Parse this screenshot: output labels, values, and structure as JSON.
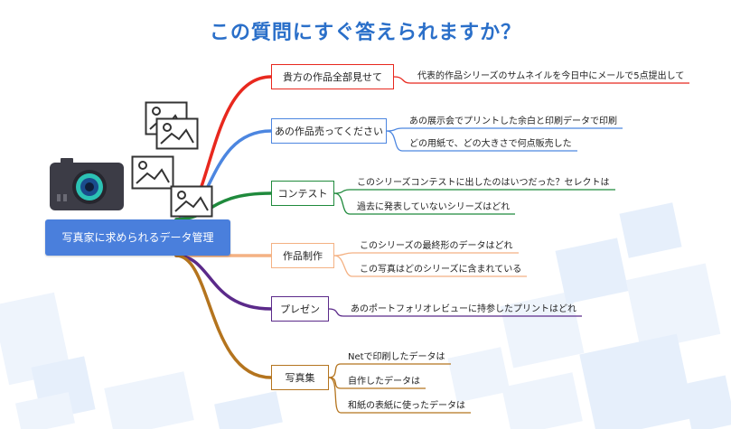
{
  "title": "この質問にすぐ答えられますか？",
  "central_topic": "写真家に求められるデータ管理",
  "colors": {
    "title": "#2a6fc9",
    "central_fill": "#4a7fdc",
    "branch_red": "#e8281e",
    "branch_blue": "#4c86e0",
    "branch_green": "#1f8a3c",
    "branch_peach": "#f4b183",
    "branch_purple": "#5b2a8a",
    "branch_brown": "#b4741e"
  },
  "icons": [
    "camera-icon",
    "image-icon"
  ],
  "branches": [
    {
      "label": "貴方の作品全部見せて",
      "color": "#e8281e",
      "leaves": [
        "代表的作品シリーズのサムネイルを今日中にメールで5点提出して"
      ]
    },
    {
      "label": "あの作品売ってください",
      "color": "#4c86e0",
      "leaves": [
        "あの展示会でプリントした余白と印刷データで印刷",
        "どの用紙で、どの大きさで何点販売した"
      ]
    },
    {
      "label": "コンテスト",
      "color": "#1f8a3c",
      "leaves": [
        "このシリーズコンテストに出したのはいつだった？セレクトは",
        "過去に発表していないシリーズはどれ"
      ]
    },
    {
      "label": "作品制作",
      "color": "#f4b183",
      "leaves": [
        "このシリーズの最終形のデータはどれ",
        "この写真はどのシリーズに含まれている"
      ]
    },
    {
      "label": "プレゼン",
      "color": "#5b2a8a",
      "leaves": [
        "あのポートフォリオレビューに持参したプリントはどれ"
      ]
    },
    {
      "label": "写真集",
      "color": "#b4741e",
      "leaves": [
        "Netで印刷したデータは",
        "自作したデータは",
        "和紙の表紙に使ったデータは"
      ]
    }
  ]
}
